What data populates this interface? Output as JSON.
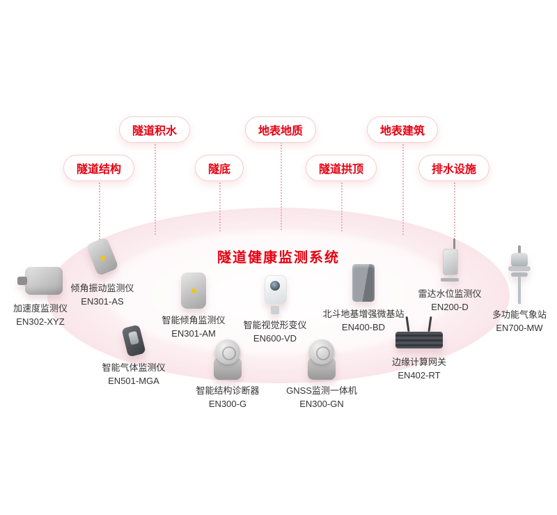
{
  "title": "隧道健康监测系统",
  "colors": {
    "accent": "#e60012",
    "pill_border": "#f4cbd1",
    "connector": "#e9b0b8",
    "platform_pink": "#f8e2e7"
  },
  "categories": [
    {
      "label": "隧道结构"
    },
    {
      "label": "隧道积水"
    },
    {
      "label": "隧底"
    },
    {
      "label": "地表地质"
    },
    {
      "label": "隧道拱顶"
    },
    {
      "label": "地表建筑"
    },
    {
      "label": "排水设施"
    }
  ],
  "devices": [
    {
      "name": "加速度监测仪",
      "model": "EN302-XYZ",
      "icon": "accelerometer-icon"
    },
    {
      "name": "倾角振动监测仪",
      "model": "EN301-AS",
      "icon": "tilt-vibration-sensor-icon"
    },
    {
      "name": "智能倾角监测仪",
      "model": "EN301-AM",
      "icon": "tilt-sensor-icon"
    },
    {
      "name": "智能气体监测仪",
      "model": "EN501-MGA",
      "icon": "gas-monitor-icon"
    },
    {
      "name": "智能结构诊断器",
      "model": "EN300-G",
      "icon": "structure-diagnoser-icon"
    },
    {
      "name": "智能视觉形变仪",
      "model": "EN600-VD",
      "icon": "vision-camera-icon"
    },
    {
      "name": "GNSS监测一体机",
      "model": "EN300-GN",
      "icon": "gnss-receiver-icon"
    },
    {
      "name": "北斗地基增强微基站",
      "model": "EN400-BD",
      "icon": "beidou-base-station-icon"
    },
    {
      "name": "边缘计算网关",
      "model": "EN402-RT",
      "icon": "edge-gateway-icon"
    },
    {
      "name": "雷达水位监测仪",
      "model": "EN200-D",
      "icon": "radar-level-sensor-icon"
    },
    {
      "name": "多功能气象站",
      "model": "EN700-MW",
      "icon": "weather-station-icon"
    }
  ]
}
